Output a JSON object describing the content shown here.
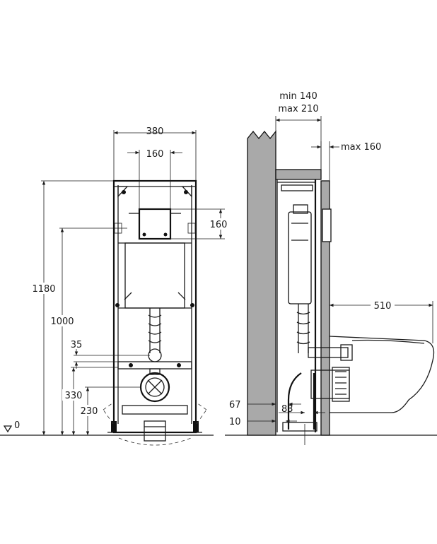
{
  "front_view": {
    "dims": {
      "frame_width": "380",
      "button_width": "160",
      "button_height": "160",
      "total_height": "1180",
      "button_height_from_floor": "1000",
      "drain_offset": "35",
      "drain_height": "330",
      "bracket_height": "230",
      "floor_level": "0"
    }
  },
  "side_view": {
    "dims": {
      "wall_min": "min 140",
      "wall_max": "max 210",
      "panel_max": "max 160",
      "bowl_projection": "510",
      "pipe_offset": "67",
      "pipe_gap": "83",
      "floor_offset": "10"
    }
  },
  "colors": {
    "wall": "#a9a9a9",
    "line": "#1a1a1a"
  }
}
